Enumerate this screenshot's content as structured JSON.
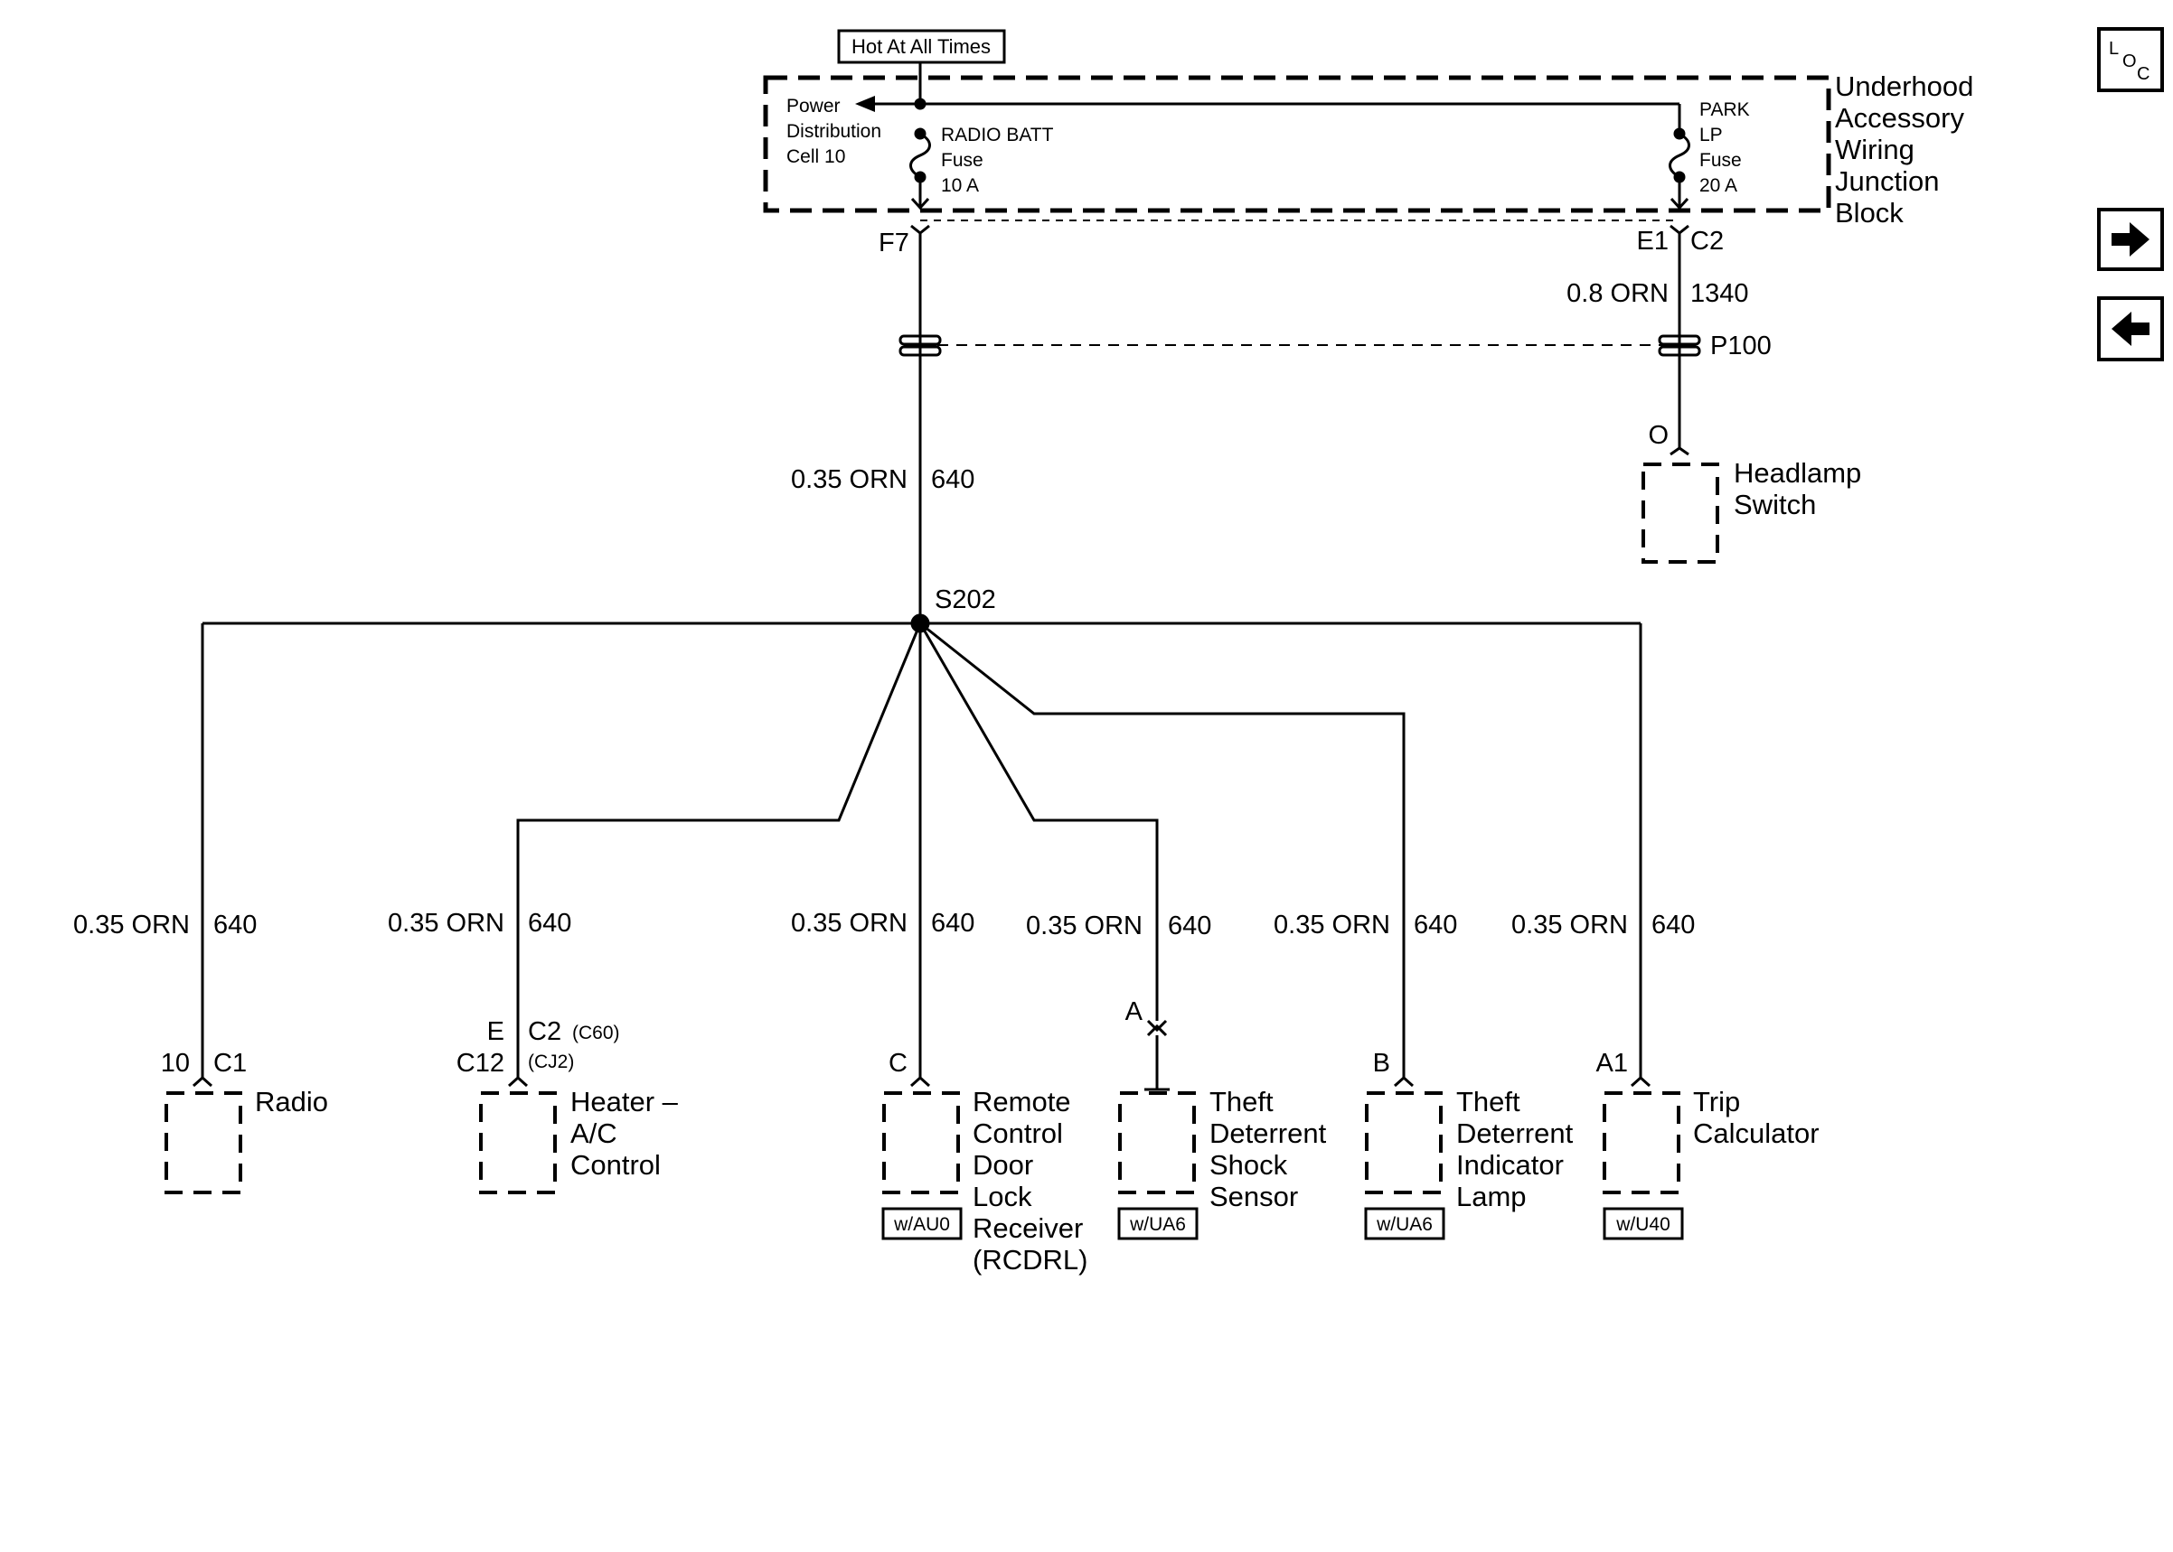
{
  "header": {
    "tag": "Hot At All Times"
  },
  "junction_block": {
    "name": [
      "Underhood",
      "Accessory",
      "Wiring",
      "Junction",
      "Block"
    ],
    "power_dist": [
      "Power",
      "Distribution",
      "Cell 10"
    ],
    "radio_fuse": [
      "RADIO BATT",
      "Fuse",
      "10 A"
    ],
    "park_fuse": [
      "PARK",
      "LP",
      "Fuse",
      "20 A"
    ]
  },
  "left_feed": {
    "pin": "F7",
    "wire": "0.35 ORN",
    "circuit": "640"
  },
  "right_feed": {
    "pin": "E1",
    "connector": "C2",
    "wire": "0.8 ORN",
    "circuit": "1340"
  },
  "splice_pack": {
    "label": "P100"
  },
  "headlamp": {
    "pin": "O",
    "name": [
      "Headlamp",
      "Switch"
    ]
  },
  "splice": {
    "label": "S202"
  },
  "branches": [
    {
      "wire": "0.35 ORN",
      "circuit": "640",
      "pin": "10",
      "connector": "C1",
      "name": [
        "Radio"
      ]
    },
    {
      "wire": "0.35 ORN",
      "circuit": "640",
      "pin": "E",
      "connector": "C2",
      "connector_note": "(C60)",
      "pin2": "C12",
      "connector_note2": "(CJ2)",
      "name": [
        "Heater –",
        "A/C",
        "Control"
      ]
    },
    {
      "wire": "0.35 ORN",
      "circuit": "640",
      "pin": "C",
      "name": [
        "Remote",
        "Control",
        "Door",
        "Lock",
        "Receiver",
        "(RCDRL)"
      ],
      "option": "w/AU0"
    },
    {
      "wire": "0.35 ORN",
      "circuit": "640",
      "pin": "A",
      "name": [
        "Theft",
        "Deterrent",
        "Shock",
        "Sensor"
      ],
      "option": "w/UA6"
    },
    {
      "wire": "0.35 ORN",
      "circuit": "640",
      "pin": "B",
      "name": [
        "Theft",
        "Deterrent",
        "Indicator",
        "Lamp"
      ],
      "option": "w/UA6"
    },
    {
      "wire": "0.35 ORN",
      "circuit": "640",
      "pin": "A1",
      "name": [
        "Trip",
        "Calculator"
      ],
      "option": "w/U40"
    }
  ],
  "nav": {
    "loc": {
      "l": "L",
      "o": "O",
      "c": "C"
    },
    "next_icon": "right-arrow-icon",
    "prev_icon": "left-arrow-icon"
  }
}
